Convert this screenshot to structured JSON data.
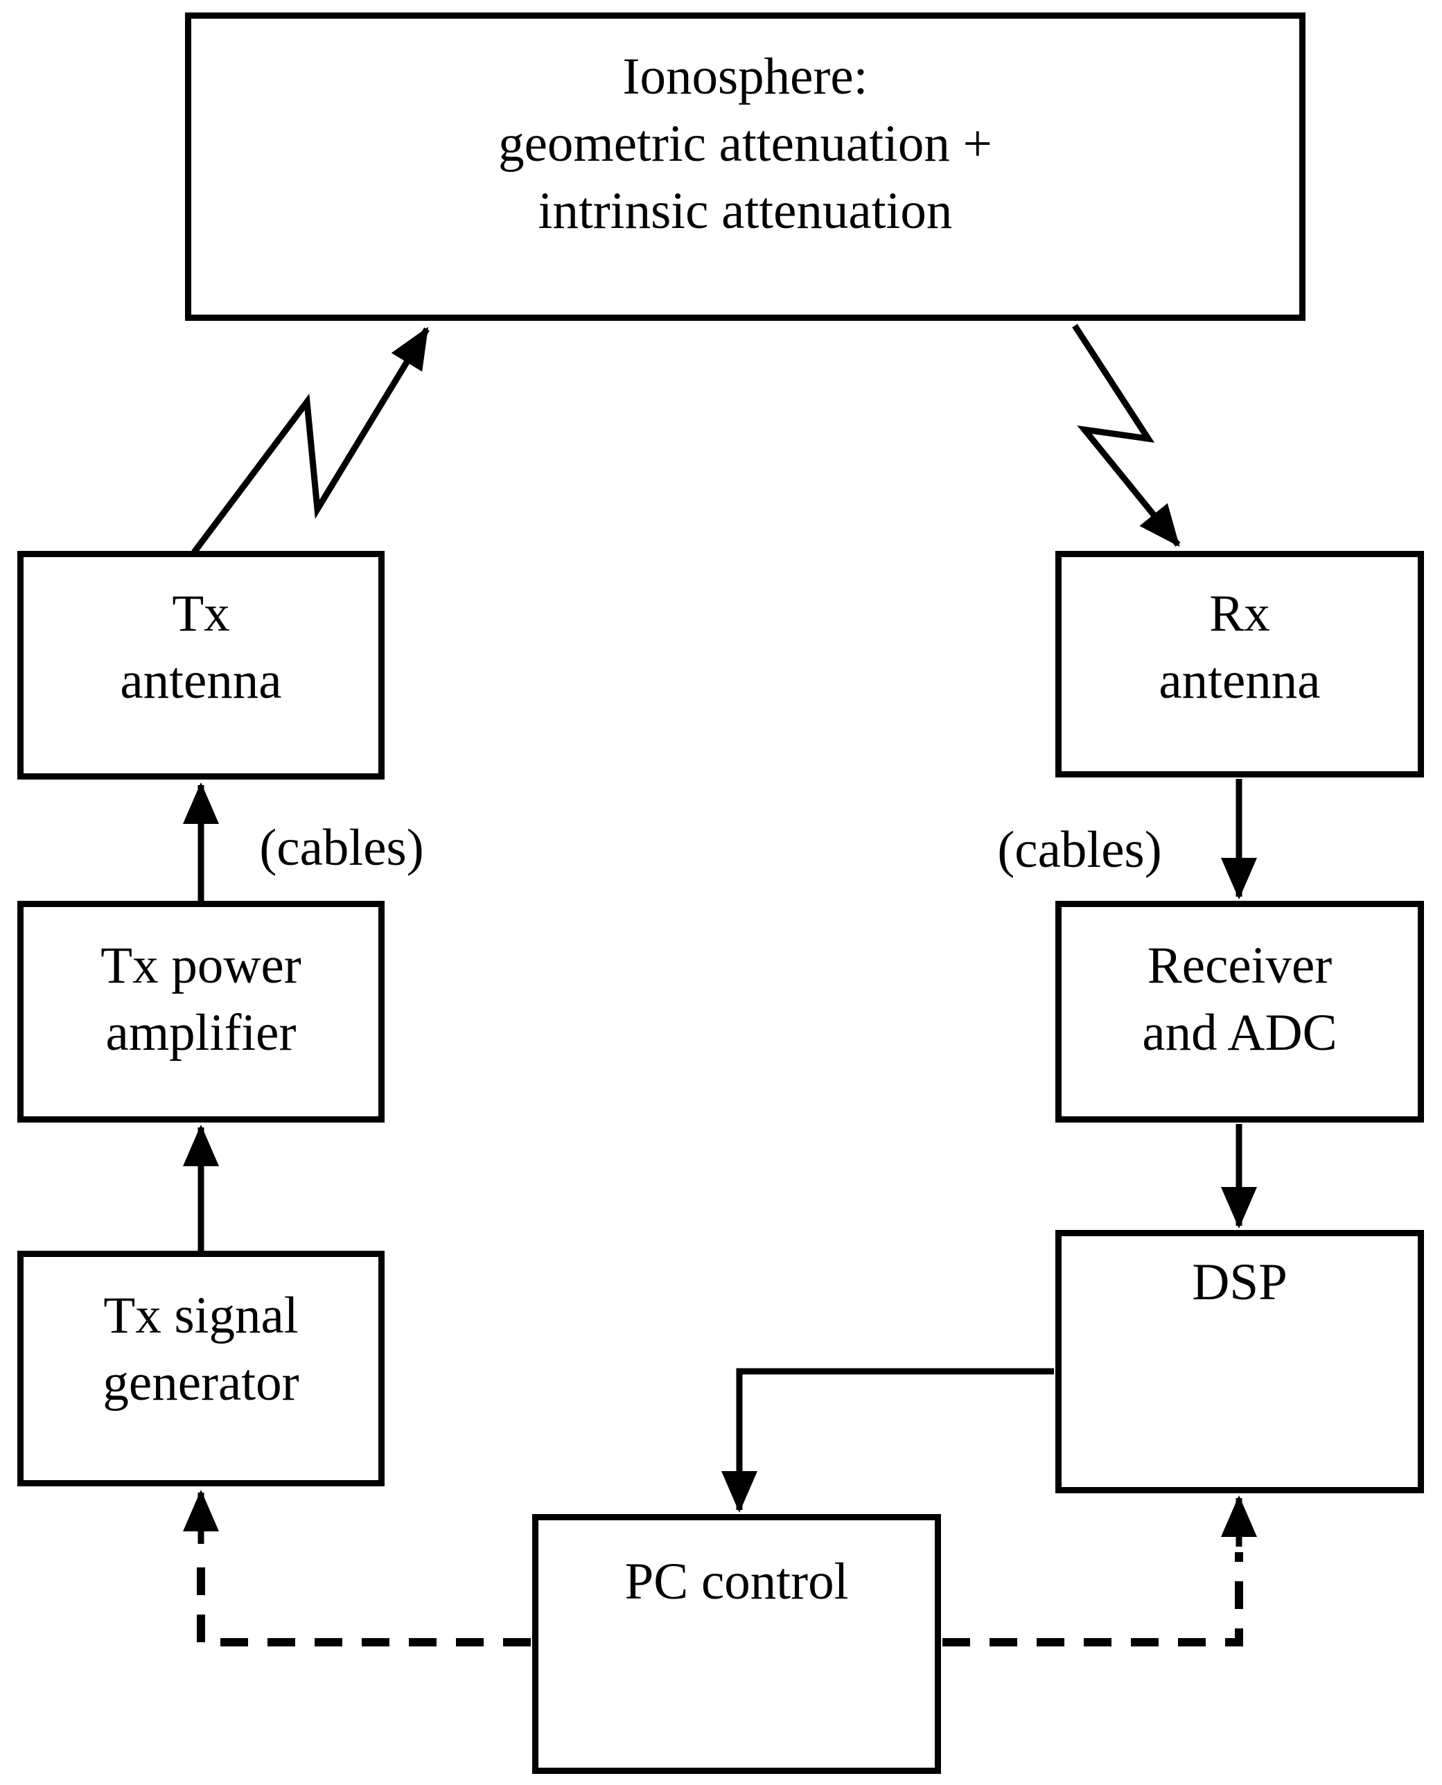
{
  "diagram": {
    "background": "#ffffff",
    "ink_color": "#000000",
    "boxes": {
      "ionosphere": {
        "lines": [
          "Ionosphere:",
          "geometric attenuation +",
          "intrinsic attenuation"
        ]
      },
      "tx_antenna": {
        "lines": [
          "Tx",
          "antenna"
        ]
      },
      "rx_antenna": {
        "lines": [
          "Rx",
          "antenna"
        ]
      },
      "tx_power": {
        "lines": [
          "Tx power",
          "amplifier"
        ]
      },
      "receiver": {
        "lines": [
          "Receiver",
          "and ADC"
        ]
      },
      "tx_signal": {
        "lines": [
          "Tx signal",
          "generator"
        ]
      },
      "dsp": {
        "lines": [
          "DSP"
        ]
      },
      "pc_control": {
        "lines": [
          "PC control"
        ]
      }
    },
    "labels": {
      "cables_left": "(cables)",
      "cables_right": "(cables)"
    },
    "connections": [
      "tx-antenna to ionosphere (zigzag radio-wave arrow)",
      "ionosphere to rx-antenna (zigzag radio-wave arrow)",
      "tx-power-amplifier to tx-antenna (solid arrow up)",
      "tx-signal-generator to tx-power-amplifier (solid arrow up)",
      "rx-antenna to receiver-and-adc (solid arrow down)",
      "receiver-and-adc to dsp (solid arrow down)",
      "dsp to pc-control (solid elbow arrow)",
      "pc-control to tx-signal-generator (dashed elbow arrow up)",
      "pc-control to dsp (dashed elbow arrow up)"
    ]
  }
}
